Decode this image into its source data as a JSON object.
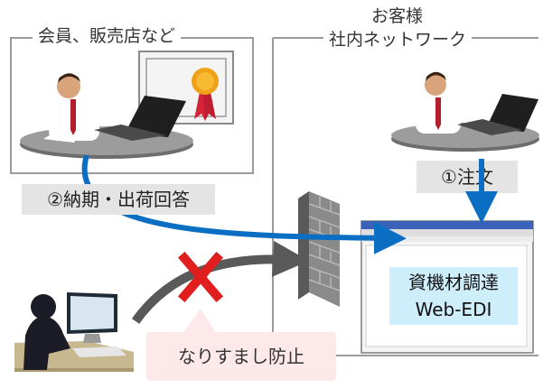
{
  "left_group": {
    "label": "会員、販売店など"
  },
  "right_group": {
    "label_line1": "お客様",
    "label_line2": "社内ネットワーク"
  },
  "order_label": "①注文",
  "delivery_label": "②納期・出荷回答",
  "system_box": {
    "line1": "資機材調達",
    "line2": "Web-EDI"
  },
  "spoof_label": "なりすまし防止",
  "colors": {
    "flow_arrow": "#0a6fc2",
    "attack_arrow": "#595959",
    "block_mark": "#e01e1e",
    "system_fill": "#cfeefc",
    "spoof_fill": "#fde8ea",
    "label_fill": "#e4e4e4"
  },
  "icons": [
    "office-worker-icon",
    "certificate-icon",
    "hacker-icon",
    "firewall-icon",
    "browser-window-icon",
    "block-x-icon"
  ]
}
